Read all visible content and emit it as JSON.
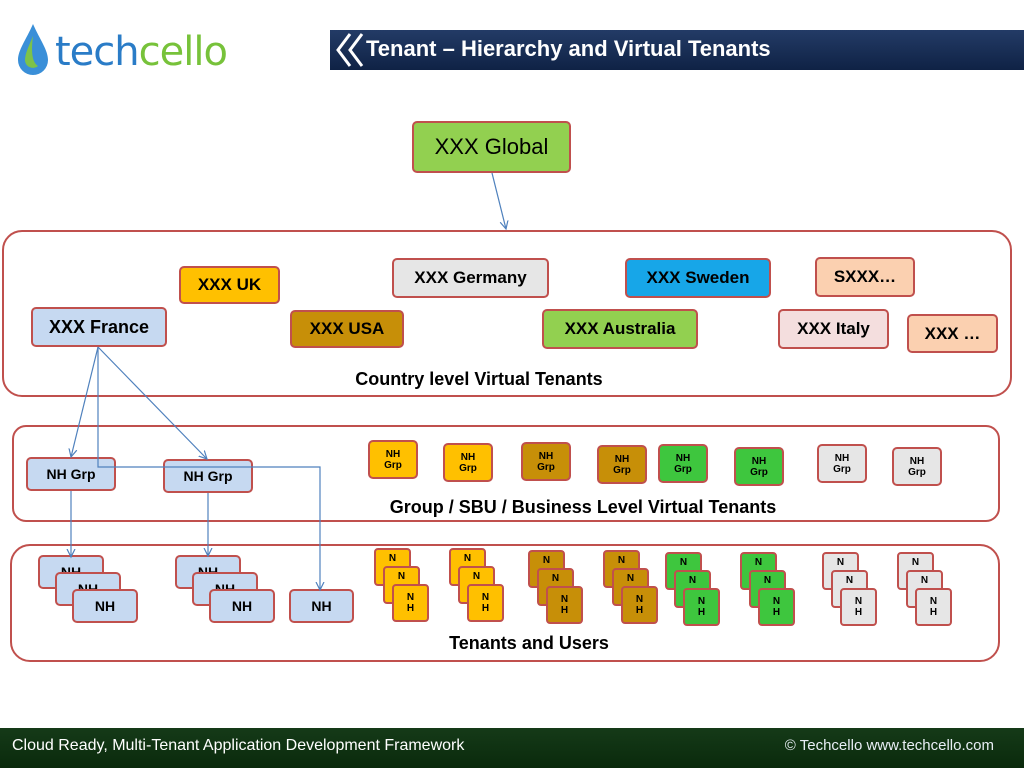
{
  "header": {
    "logo_text_a": "tech",
    "logo_text_b": "cello",
    "title": "Tenant – Hierarchy and Virtual Tenants"
  },
  "footer": {
    "left": "Cloud Ready, Multi-Tenant Application Development Framework",
    "right": "© Techcello www.techcello.com"
  },
  "root": {
    "label": "XXX Global"
  },
  "country_level": {
    "caption": "Country level  Virtual Tenants",
    "tenants": [
      "XXX UK",
      "XXX Germany",
      "XXX Sweden",
      "SXXX…",
      "XXX France",
      "XXX USA",
      "XXX Australia",
      "XXX Italy",
      "XXX …"
    ]
  },
  "group_level": {
    "caption": "Group  / SBU / Business Level  Virtual Tenants",
    "left_groups": [
      "NH Grp",
      "NH Grp"
    ],
    "group_line1": "NH",
    "group_line2": "Grp",
    "small_group_count": 8
  },
  "tenant_level": {
    "caption": "Tenants  and Users",
    "label": "NH",
    "split_top": "N",
    "split_bottom": "H"
  },
  "colors": {
    "frame": "#c0504d",
    "arrow": "#4f81bd",
    "title_bar": "#1a3059",
    "footer_bar": "#0f3212",
    "gold": "#ffc000",
    "brown": "#c78f08",
    "green": "#3ec63e",
    "light_green": "#92d050",
    "grey": "#e6e6e6",
    "light_blue": "#c6d9f1",
    "sky": "#17a6e8",
    "peach": "#fbd0b0",
    "pink": "#f4dede"
  },
  "icons": [
    "water-drop-logo-icon",
    "double-chevron-icon"
  ]
}
